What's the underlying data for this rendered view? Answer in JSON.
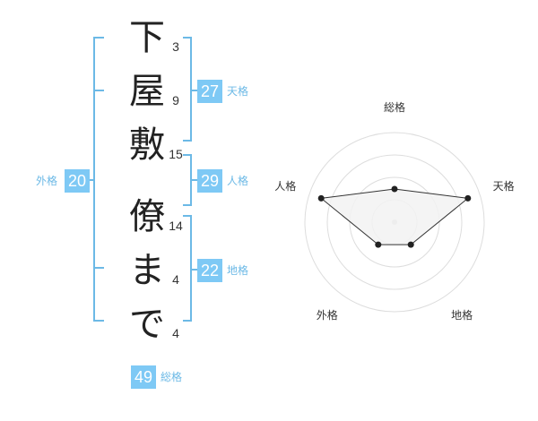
{
  "name_chars": [
    {
      "char": "下",
      "strokes": "3"
    },
    {
      "char": "屋",
      "strokes": "9"
    },
    {
      "char": "敷",
      "strokes": "15"
    },
    {
      "char": "僚",
      "strokes": "14"
    },
    {
      "char": "ま",
      "strokes": "4"
    },
    {
      "char": "で",
      "strokes": "4"
    }
  ],
  "fortune": {
    "tenkaku": {
      "value": "27",
      "label": "天格"
    },
    "jinkaku": {
      "value": "29",
      "label": "人格"
    },
    "chikaku": {
      "value": "22",
      "label": "地格"
    },
    "gaikaku": {
      "value": "20",
      "label": "外格"
    },
    "soukaku": {
      "value": "49",
      "label": "総格"
    }
  },
  "chart_data": {
    "type": "radar",
    "axes": [
      "総格",
      "天格",
      "地格",
      "外格",
      "人格"
    ],
    "values": [
      0.37,
      0.86,
      0.31,
      0.31,
      0.86
    ],
    "max": 1,
    "rings": 4,
    "colors": {
      "grid": "#dddddd",
      "fill": "#f2f2f2",
      "line": "#333333",
      "point": "#222222",
      "center": "#cccccc"
    }
  }
}
